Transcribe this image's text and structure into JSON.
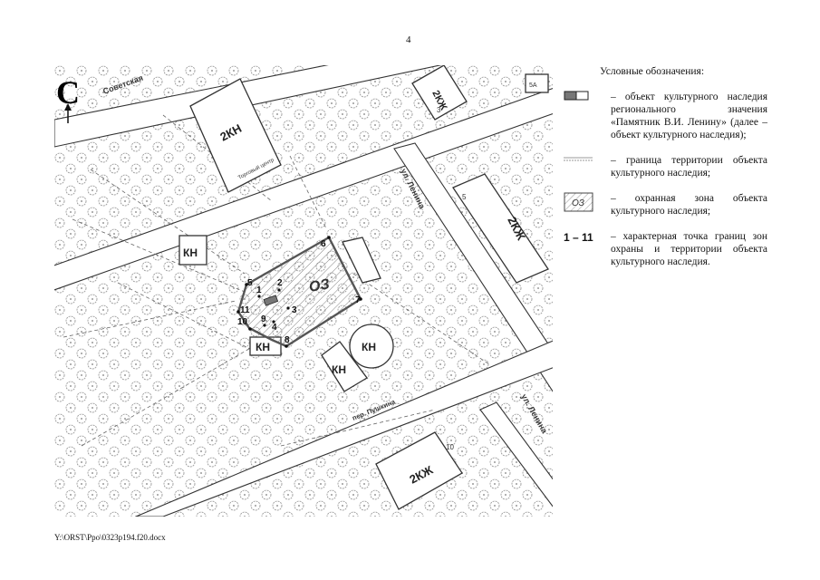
{
  "page_number": "4",
  "map": {
    "compass_letter": "С",
    "streets": {
      "sovetskaya": "Советская",
      "lenina_main": "ул. Ленина",
      "lenina_right": "ул. Ленина",
      "pushkina": "пер. Пушкина"
    },
    "buildings": [
      {
        "label": "2КН"
      },
      {
        "label": "2КЖ"
      },
      {
        "label": "2КЖ"
      },
      {
        "label": "КН"
      },
      {
        "label": "КН"
      },
      {
        "label": "КН"
      },
      {
        "label": "КН"
      },
      {
        "label": "2КЖ"
      }
    ],
    "building_numbers": [
      "3",
      "5",
      "10"
    ],
    "small_labels": [
      "5А"
    ],
    "building_caption": "Торговый центр",
    "zone_label": "ОЗ",
    "points": [
      "1",
      "2",
      "3",
      "4",
      "5",
      "6",
      "7",
      "8",
      "9",
      "10",
      "11"
    ]
  },
  "legend": {
    "title": "Условные обозначения:",
    "items": [
      {
        "text": "– объект культурного наследия регионального значения «Памятник В.И. Ленину» (далее – объект культурного наследия);"
      },
      {
        "text": "– граница территории объекта культурного наследия;"
      },
      {
        "text": "– охранная зона объекта культурного наследия;"
      },
      {
        "symbol": "1 – 11",
        "text": "– характерная точка границ зон охраны и территории объекта культурного наследия."
      }
    ],
    "zone_symbol_label": "ОЗ"
  },
  "footer": {
    "path": "Y:\\ORST\\Ppo\\0323p194.f20.docx"
  },
  "colors": {
    "zone_border": "#555555",
    "hatch": "#777777",
    "tree": "#9a9a9a",
    "road": "#333333",
    "monument": "#777777"
  }
}
